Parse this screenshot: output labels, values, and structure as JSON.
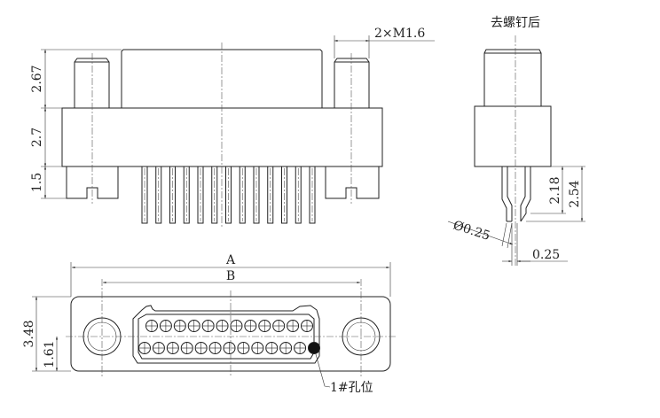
{
  "front_view": {
    "dim_top_post": "2.67",
    "dim_flange": "2.7",
    "dim_feet": "1.5",
    "dim_screw": "2×M1.6",
    "pin_count": 13
  },
  "side_view": {
    "title": "去螺钉后",
    "dim_pin_short": "2.18",
    "dim_pin_long": "2.54",
    "dim_pin_diameter": "Ø0.25",
    "dim_pin_offset": "0.25"
  },
  "bottom_view": {
    "dim_a": "A",
    "dim_b": "B",
    "dim_height": "3.48",
    "dim_center": "1.61",
    "pin1_label": "1#孔位",
    "top_row_count": 12,
    "bottom_row_count": 13
  }
}
